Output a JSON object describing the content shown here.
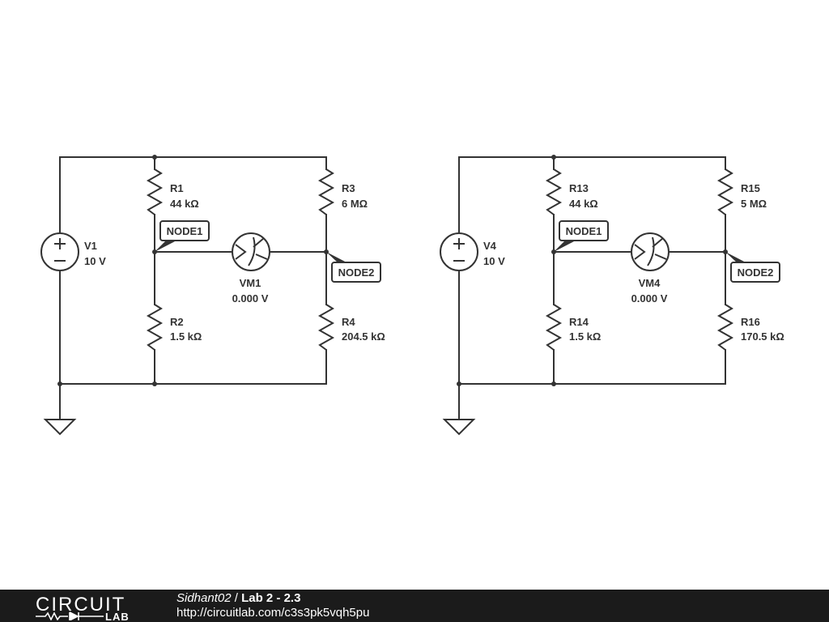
{
  "circuits": [
    {
      "source": {
        "name": "V1",
        "value": "10 V"
      },
      "r_top_left": {
        "name": "R1",
        "value": "44 kΩ"
      },
      "r_bottom_left": {
        "name": "R2",
        "value": "1.5 kΩ"
      },
      "r_top_right": {
        "name": "R3",
        "value": "6 MΩ"
      },
      "r_bottom_right": {
        "name": "R4",
        "value": "204.5 kΩ"
      },
      "meter": {
        "name": "VM1",
        "value": "0.000 V"
      },
      "node_left": "NODE1",
      "node_right": "NODE2"
    },
    {
      "source": {
        "name": "V4",
        "value": "10 V"
      },
      "r_top_left": {
        "name": "R13",
        "value": "44 kΩ"
      },
      "r_bottom_left": {
        "name": "R14",
        "value": "1.5 kΩ"
      },
      "r_top_right": {
        "name": "R15",
        "value": "5 MΩ"
      },
      "r_bottom_right": {
        "name": "R16",
        "value": "170.5 kΩ"
      },
      "meter": {
        "name": "VM4",
        "value": "0.000 V"
      },
      "node_left": "NODE1",
      "node_right": "NODE2"
    }
  ],
  "footer": {
    "logo_word": "CIRCUIT",
    "logo_sub": "LAB",
    "author": "Sidhant02",
    "separator": " / ",
    "title": "Lab 2 - 2.3",
    "url": "http://circuitlab.com/c3s3pk5vqh5pu"
  },
  "colors": {
    "ink": "#333333",
    "footer_bg": "#1b1b1b"
  }
}
